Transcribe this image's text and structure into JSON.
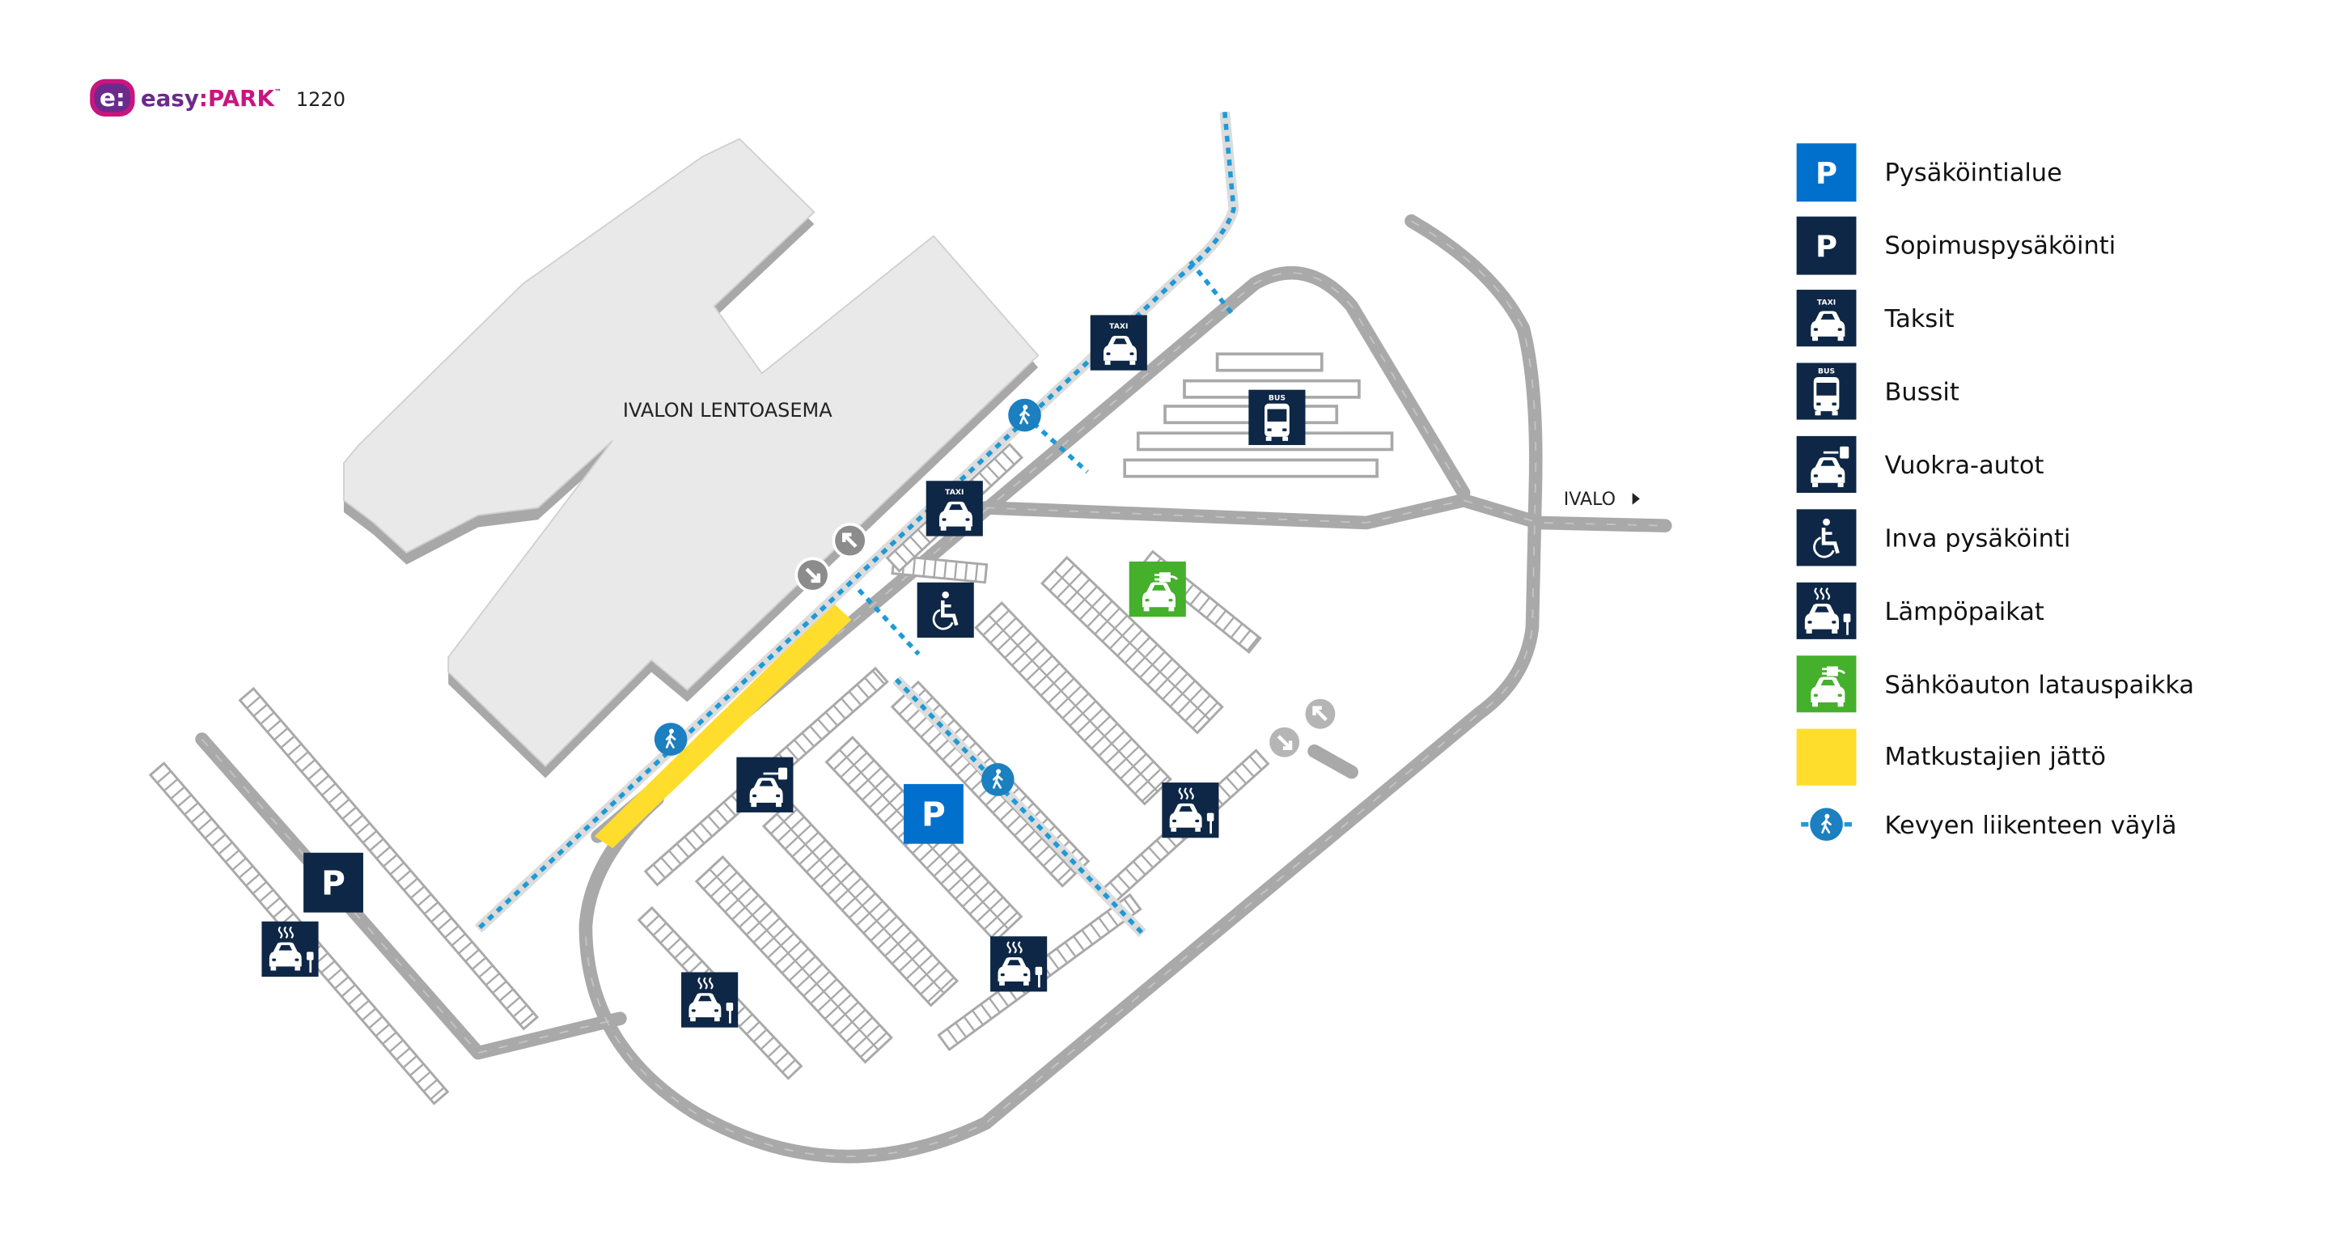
{
  "logo": {
    "part1": "easy",
    "part2": ":PARK",
    "tm": "™",
    "mark": "e:"
  },
  "zone_code": "1220",
  "map": {
    "terminal_label": "IVALON LENTOASEMA",
    "direction_label": "IVALO",
    "icons": {
      "taxi_text": "TAXI",
      "bus_text": "BUS",
      "parking_p": "P"
    }
  },
  "legend": {
    "items": [
      {
        "key": "public-parking",
        "label": "Pysäköintialue"
      },
      {
        "key": "contract-parking",
        "label": "Sopimuspysäköinti"
      },
      {
        "key": "taxi",
        "label": "Taksit"
      },
      {
        "key": "bus",
        "label": "Bussit"
      },
      {
        "key": "rental-car",
        "label": "Vuokra-autot"
      },
      {
        "key": "accessible",
        "label": "Inva pysäköinti"
      },
      {
        "key": "heated",
        "label": "Lämpöpaikat"
      },
      {
        "key": "ev-charging",
        "label": "Sähköauton latauspaikka"
      },
      {
        "key": "drop-off",
        "label": "Matkustajien jättö"
      },
      {
        "key": "walkway",
        "label": "Kevyen liikenteen väylä"
      }
    ]
  },
  "colors": {
    "navy": "#0e2746",
    "blue": "#0070cc",
    "green": "#45b02c",
    "yellow": "#ffdd2d",
    "walkway": "#1e9ad6",
    "magenta": "#c8157f",
    "purple": "#6b2a8c"
  }
}
